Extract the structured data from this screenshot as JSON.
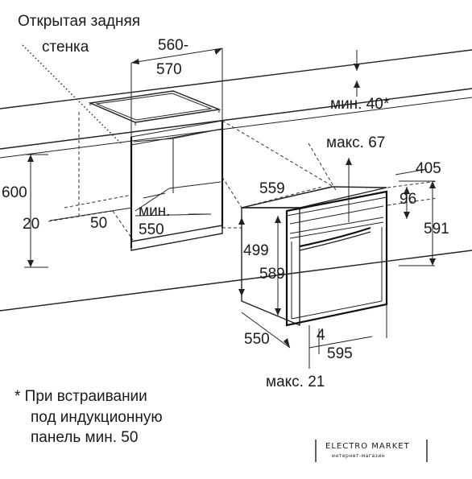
{
  "labels": {
    "open_back_line1": "Открытая задняя",
    "open_back_line2": "стенка",
    "niche_width_line1": "560-",
    "niche_width_line2": "570",
    "min_40": "мин. 40*",
    "max_67": "макс. 67",
    "d405": "405",
    "d559": "559",
    "d96": "96",
    "d600": "600",
    "d591": "591",
    "d20": "20",
    "d50": "50",
    "min_label": "мин.",
    "d550_niche": "550",
    "d499": "499",
    "d589": "589",
    "d550_depth": "550",
    "d4": "4",
    "d595": "595",
    "max_21": "макс. 21"
  },
  "footnote": {
    "line1": "* При встраивании",
    "line2": "под индукционную",
    "line3": "панель мин. 50"
  },
  "logo": {
    "title": "ELECTRO MARKET",
    "subtitle": "интернет-магазин"
  }
}
